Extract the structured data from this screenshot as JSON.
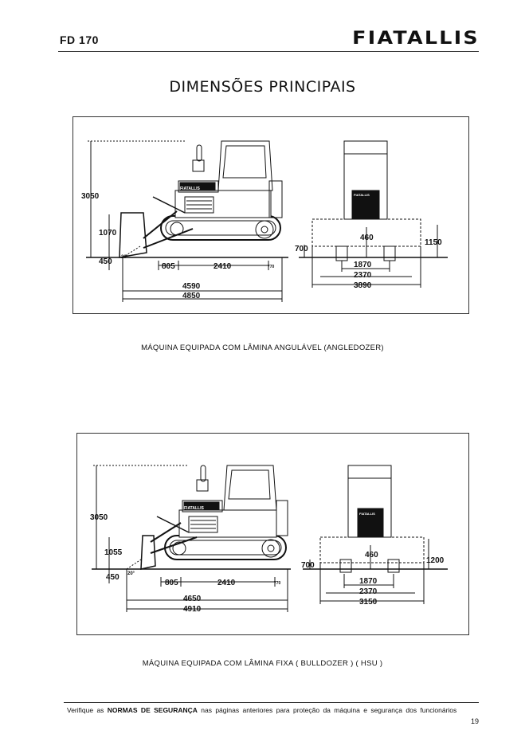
{
  "header": {
    "model": "FD 170",
    "brand": "FIATALLIS"
  },
  "title": "DIMENSÕES PRINCIPAIS",
  "figures": [
    {
      "caption": "MÁQUINA EQUIPADA COM LÂMINA ANGULÁVEL (ANGLEDOZER)",
      "side": {
        "height_total": "3050",
        "blade_height": "1070",
        "blade_drop": "450",
        "angle": "20°",
        "front": "805",
        "wheelbase": "2410",
        "rear": "770",
        "length": "4590",
        "length_total": "4850",
        "plate": "FIATALLIS"
      },
      "front_view": {
        "ground_clear": "700",
        "center_h": "460",
        "shoe_h": "1150",
        "gauge": "1870",
        "track_width": "2370",
        "blade_width": "3890"
      }
    },
    {
      "caption": "MÁQUINA EQUIPADA COM LÂMINA FIXA ( BULLDOZER ) ( HSU )",
      "side": {
        "height_total": "3050",
        "blade_height": "1055",
        "blade_drop": "450",
        "angle": "20°",
        "front": "805",
        "wheelbase": "2410",
        "rear": "770",
        "length": "4650",
        "length_total": "4910",
        "plate": "FIATALLIS"
      },
      "front_view": {
        "ground_clear": "700",
        "center_h": "460",
        "shoe_h": "1200",
        "gauge": "1870",
        "track_width": "2370",
        "blade_width": "3150"
      }
    }
  ],
  "footer": {
    "pre": "Verifique as",
    "bold": "NORMAS DE SEGURANÇA",
    "post": "nas páginas anteriores para proteção da máquina e segurança dos funcionários",
    "page": "19"
  }
}
